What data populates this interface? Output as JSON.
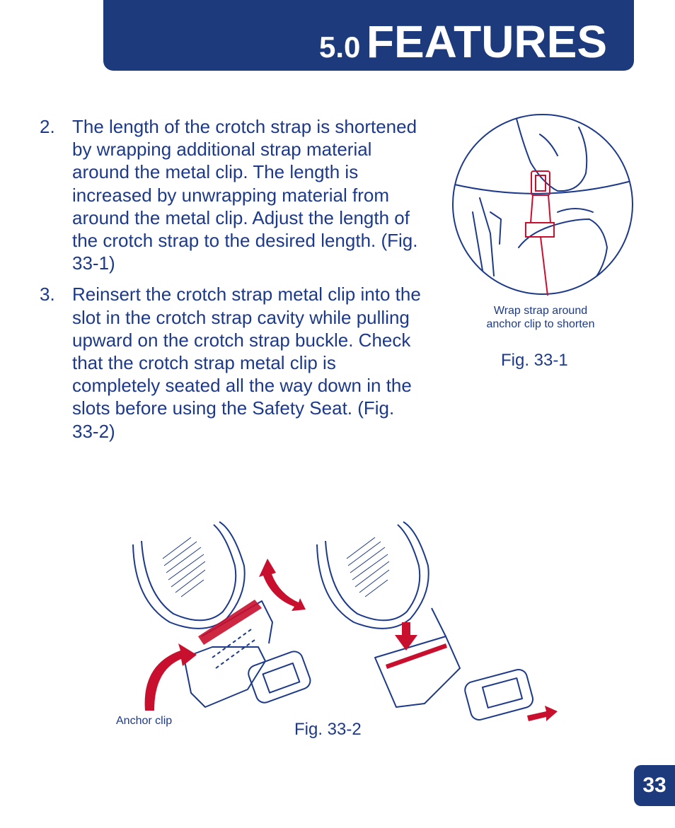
{
  "header": {
    "section_number": "5.0",
    "title": "FEATURES"
  },
  "steps": [
    {
      "number": "2.",
      "text": "The length of the crotch strap is shortened by wrapping additional strap material around the metal clip.  The length is increased by unwrapping material from around the metal clip.  Adjust the length of the crotch strap to the desired length.  (Fig. 33-1)"
    },
    {
      "number": "3.",
      "text": "Reinsert the crotch strap metal clip into the slot in the crotch strap cavity while pulling upward on the crotch strap buckle.  Check that the crotch strap metal clip is completely seated all the way down in the slots before using the Safety Seat.  (Fig. 33-2)"
    }
  ],
  "figure_1": {
    "callout_line1": "Wrap strap around",
    "callout_line2": "anchor clip to shorten",
    "caption": "Fig. 33-1"
  },
  "figure_2": {
    "callout": "Anchor clip",
    "caption": "Fig. 33-2"
  },
  "page_number": "33",
  "colors": {
    "brand_blue": "#1c3a7c",
    "text_blue": "#1d3a8a",
    "accent_red": "#c8102e"
  }
}
